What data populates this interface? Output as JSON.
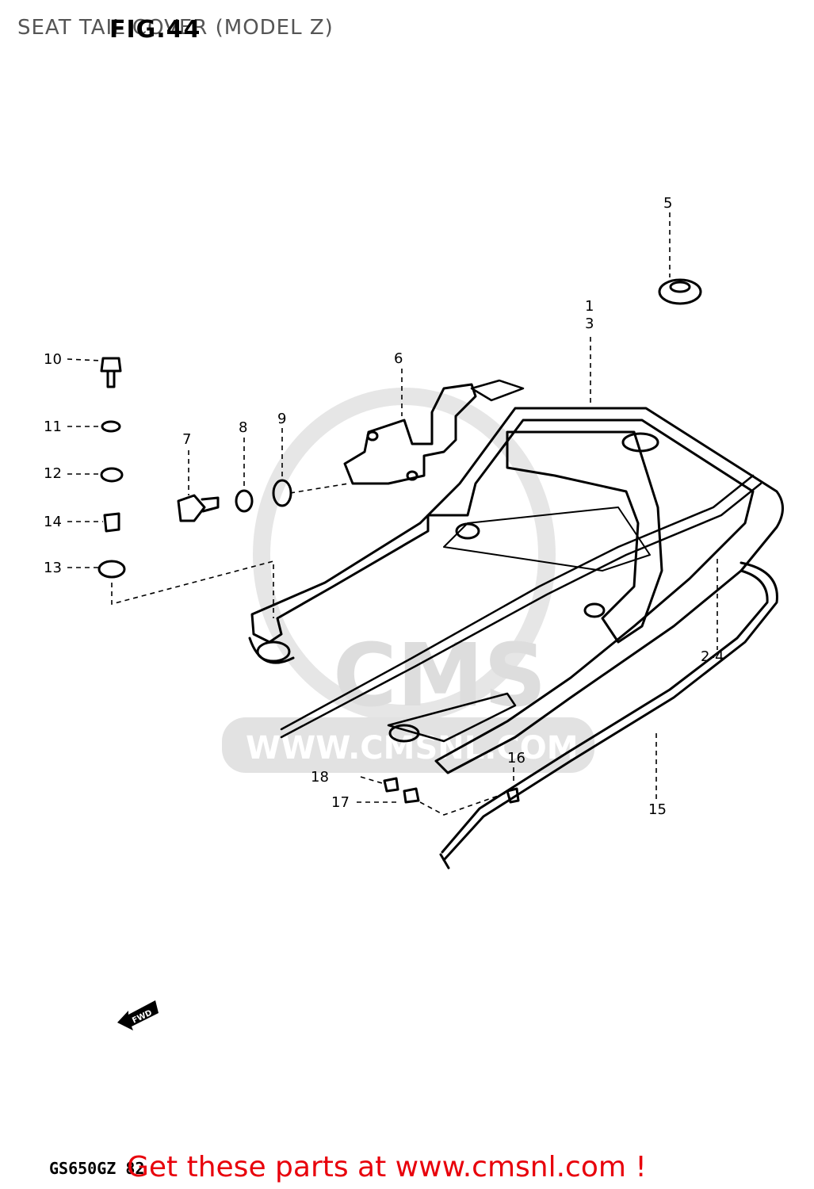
{
  "header": {
    "title": "SEAT TAIL COVER (MODEL Z)",
    "fig_label": "FIG.44"
  },
  "watermark": {
    "logo_text": "CMS",
    "url_text": "WWW.CMSNL.COM"
  },
  "callouts": [
    {
      "id": "c1",
      "label": "1"
    },
    {
      "id": "c3",
      "label": "3"
    },
    {
      "id": "c5",
      "label": "5"
    },
    {
      "id": "c6",
      "label": "6"
    },
    {
      "id": "c7",
      "label": "7"
    },
    {
      "id": "c8",
      "label": "8"
    },
    {
      "id": "c9",
      "label": "9"
    },
    {
      "id": "c10",
      "label": "10"
    },
    {
      "id": "c11",
      "label": "11"
    },
    {
      "id": "c12",
      "label": "12"
    },
    {
      "id": "c13",
      "label": "13"
    },
    {
      "id": "c14",
      "label": "14"
    },
    {
      "id": "c15",
      "label": "15"
    },
    {
      "id": "c16",
      "label": "16"
    },
    {
      "id": "c17",
      "label": "17"
    },
    {
      "id": "c18",
      "label": "18"
    },
    {
      "id": "c24",
      "label": "2-4"
    }
  ],
  "fwd_label": "FWD",
  "footer": {
    "model_code": "GS650GZ 82",
    "promo": "Get these parts at www.cmsnl.com !"
  },
  "colors": {
    "promo": "#e8000b",
    "watermark": "#dddddd",
    "ink": "#000000"
  }
}
